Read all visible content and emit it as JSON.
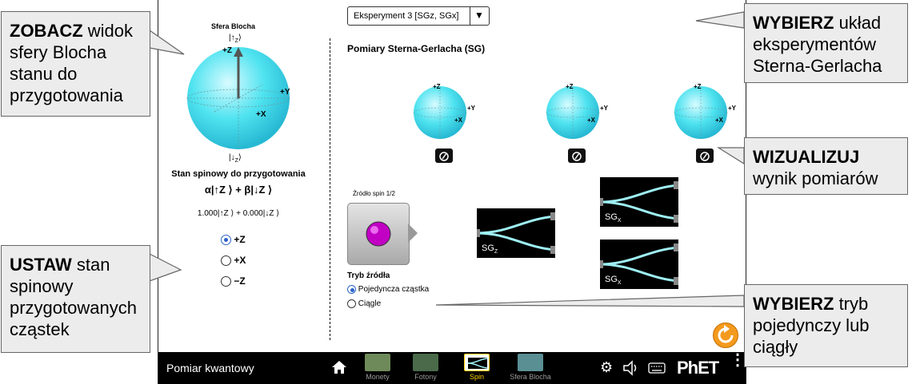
{
  "callouts": {
    "zobacz": {
      "bold": "ZOBACZ",
      "rest": " widok sfery Blocha stanu do przygotowania"
    },
    "ustaw": {
      "bold": "USTAW",
      "rest": " stan spinowy przygotowanych cząstek"
    },
    "wybierz_uklad": {
      "bold": "WYBIERZ",
      "rest": " układ eksperymentów Sterna-Gerlacha"
    },
    "wizualizuj": {
      "bold": "WIZUALIZUJ",
      "rest": " wynik pomiarów"
    },
    "wybierz_tryb": {
      "bold": "WYBIERZ",
      "rest": " tryb pojedynczy lub ciągły"
    }
  },
  "left_panel": {
    "bloch_title": "Sfera Blocha",
    "ket_up": "|↑",
    "ket_up_sub": "Z",
    "ket_down": "|↓",
    "ket_down_sub": "Z",
    "axis_z": "+Z",
    "axis_y": "+Y",
    "axis_x": "+X",
    "state_heading": "Stan spinowy do przygotowania",
    "state_formula": "α|↑Z ⟩ + β|↓Z ⟩",
    "state_values": "1.000|↑Z ⟩ + 0.000|↓Z ⟩",
    "options": [
      {
        "label": "+Z",
        "selected": true
      },
      {
        "label": "+X",
        "selected": false
      },
      {
        "label": "−Z",
        "selected": false
      }
    ]
  },
  "experiment_select": {
    "value": "Eksperyment 3 [SGz, SGx]"
  },
  "right_panel": {
    "title": "Pomiary Sterna-Gerlacha (SG)",
    "mini_sphere_labels": {
      "z": "+Z",
      "y": "+Y",
      "x": "+X"
    },
    "source_label": "Źródło spin 1/2",
    "source_mode_heading": "Tryb źródła",
    "source_modes": [
      {
        "label": "Pojedyncza cząstka",
        "selected": true
      },
      {
        "label": "Ciągle",
        "selected": false
      }
    ],
    "sg_z": {
      "main": "SG",
      "sub": "Z"
    },
    "sg_x1": {
      "main": "SG",
      "sub": "X"
    },
    "sg_x2": {
      "main": "SG",
      "sub": "X"
    }
  },
  "navbar": {
    "title": "Pomiar kwantowy",
    "screens": [
      {
        "label": "Monety",
        "active": false
      },
      {
        "label": "Fotony",
        "active": false
      },
      {
        "label": "Spin",
        "active": true
      },
      {
        "label": "Sfera Blocha",
        "active": false
      }
    ],
    "brand": "PhET"
  },
  "colors": {
    "sphere": "#4fe3f0",
    "accent": "#2c62c8",
    "reset": "#f39a1e",
    "beam": "#9ef0f5"
  }
}
